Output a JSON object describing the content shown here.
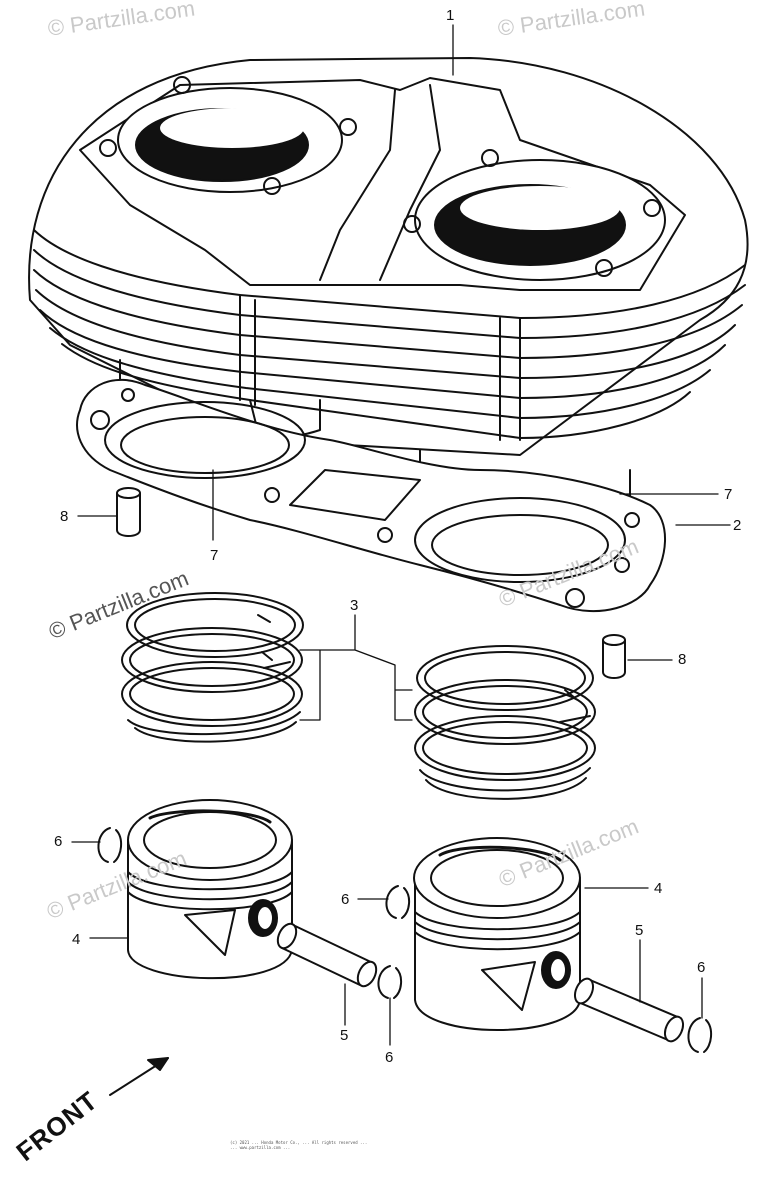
{
  "watermarks": {
    "top_left": "© Partzilla.com",
    "top_right": "© Partzilla.com",
    "mid_left": "© Partzilla.com",
    "mid_right": "© Partzilla.com",
    "low_left": "© Partzilla.com",
    "low_right": "© Partzilla.com"
  },
  "callouts": {
    "c1": "1",
    "c2": "2",
    "c3": "3",
    "c4a": "4",
    "c4b": "4",
    "c5a": "5",
    "c5b": "5",
    "c6a": "6",
    "c6b": "6",
    "c6c": "6",
    "c6d": "6",
    "c7a": "7",
    "c7b": "7",
    "c8a": "8",
    "c8b": "8"
  },
  "front_label": "FRONT",
  "footnote": {
    "line1": "(c) 2021 ... Honda Motor Co., ... All rights reserved ...",
    "line2": "... www.partzilla.com ..."
  },
  "colors": {
    "ink": "#111111",
    "watermark": "#c9c9c9",
    "background": "#ffffff"
  }
}
